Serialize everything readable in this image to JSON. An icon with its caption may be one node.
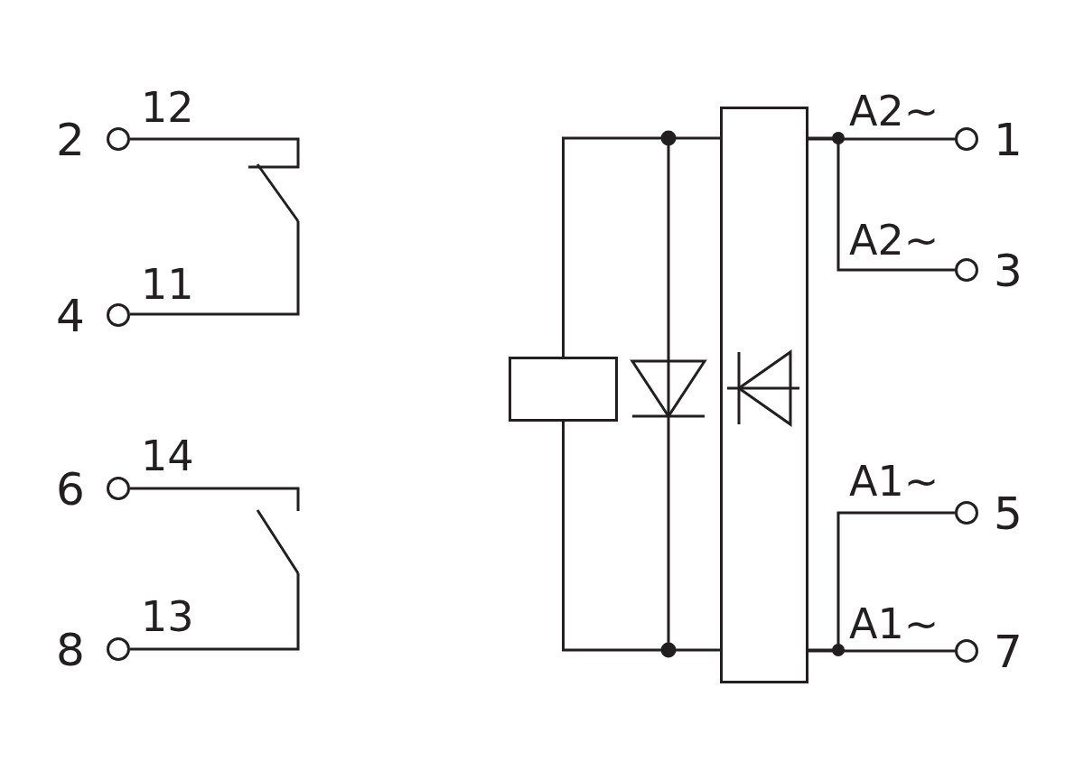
{
  "diagram": {
    "nodes": [
      {
        "text": [],
        "shape": "circle",
        "beside": [
          "2"
        ]
      },
      {
        "text": [],
        "shape": "circle",
        "beside": [
          "4"
        ]
      },
      {
        "text": [],
        "shape": "circle",
        "beside": [
          "6"
        ]
      },
      {
        "text": [],
        "shape": "circle",
        "beside": [
          "8"
        ]
      },
      {
        "text": [],
        "shape": "box"
      },
      {
        "text": [],
        "shape": "box"
      },
      {
        "text": [],
        "shape": "circle",
        "beside": [
          "1"
        ]
      },
      {
        "text": [],
        "shape": "circle",
        "beside": [
          "3"
        ]
      },
      {
        "text": [],
        "shape": "circle",
        "beside": [
          "5"
        ]
      },
      {
        "text": [],
        "shape": "circle",
        "beside": [
          "7"
        ]
      }
    ],
    "edges": [
      {
        "from": 6,
        "to": 5,
        "arrow": "none"
      },
      {
        "from": 7,
        "to": 5,
        "arrow": "none"
      },
      {
        "from": 8,
        "to": 5,
        "arrow": "none"
      },
      {
        "from": 9,
        "to": 5,
        "arrow": "none"
      },
      {
        "from": 4,
        "to": 5,
        "arrow": "none"
      },
      {
        "from": 4,
        "to": 5,
        "arrow": "none"
      }
    ],
    "labels": [
      "12",
      "A2~",
      "A2~",
      "11",
      "14",
      "A1~",
      "13",
      "A1~"
    ]
  }
}
